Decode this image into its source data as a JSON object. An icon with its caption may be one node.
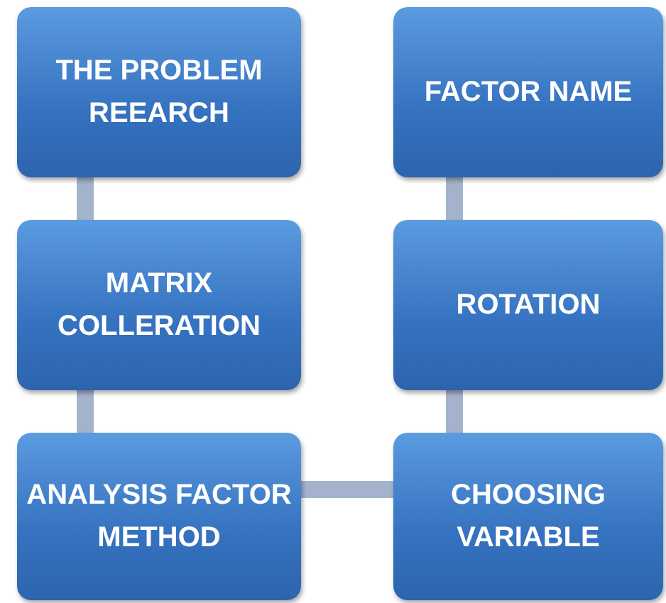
{
  "diagram": {
    "nodes": [
      {
        "text": [
          "THE PROBLEM REEARCH"
        ]
      },
      {
        "text": [
          "FACTOR NAME"
        ]
      },
      {
        "text": [
          "MATRIX COLLERATION"
        ]
      },
      {
        "text": [
          "ROTATION"
        ]
      },
      {
        "text": [
          "ANALYSIS FACTOR METHOD"
        ]
      },
      {
        "text": [
          "CHOOSING VARIABLE"
        ]
      }
    ],
    "edges": [
      {
        "from": 0,
        "to": 2,
        "arrow": "none"
      },
      {
        "from": 2,
        "to": 4,
        "arrow": "none"
      },
      {
        "from": 4,
        "to": 5,
        "arrow": "none"
      },
      {
        "from": 5,
        "to": 3,
        "arrow": "none"
      },
      {
        "from": 3,
        "to": 1,
        "arrow": "none"
      }
    ]
  }
}
